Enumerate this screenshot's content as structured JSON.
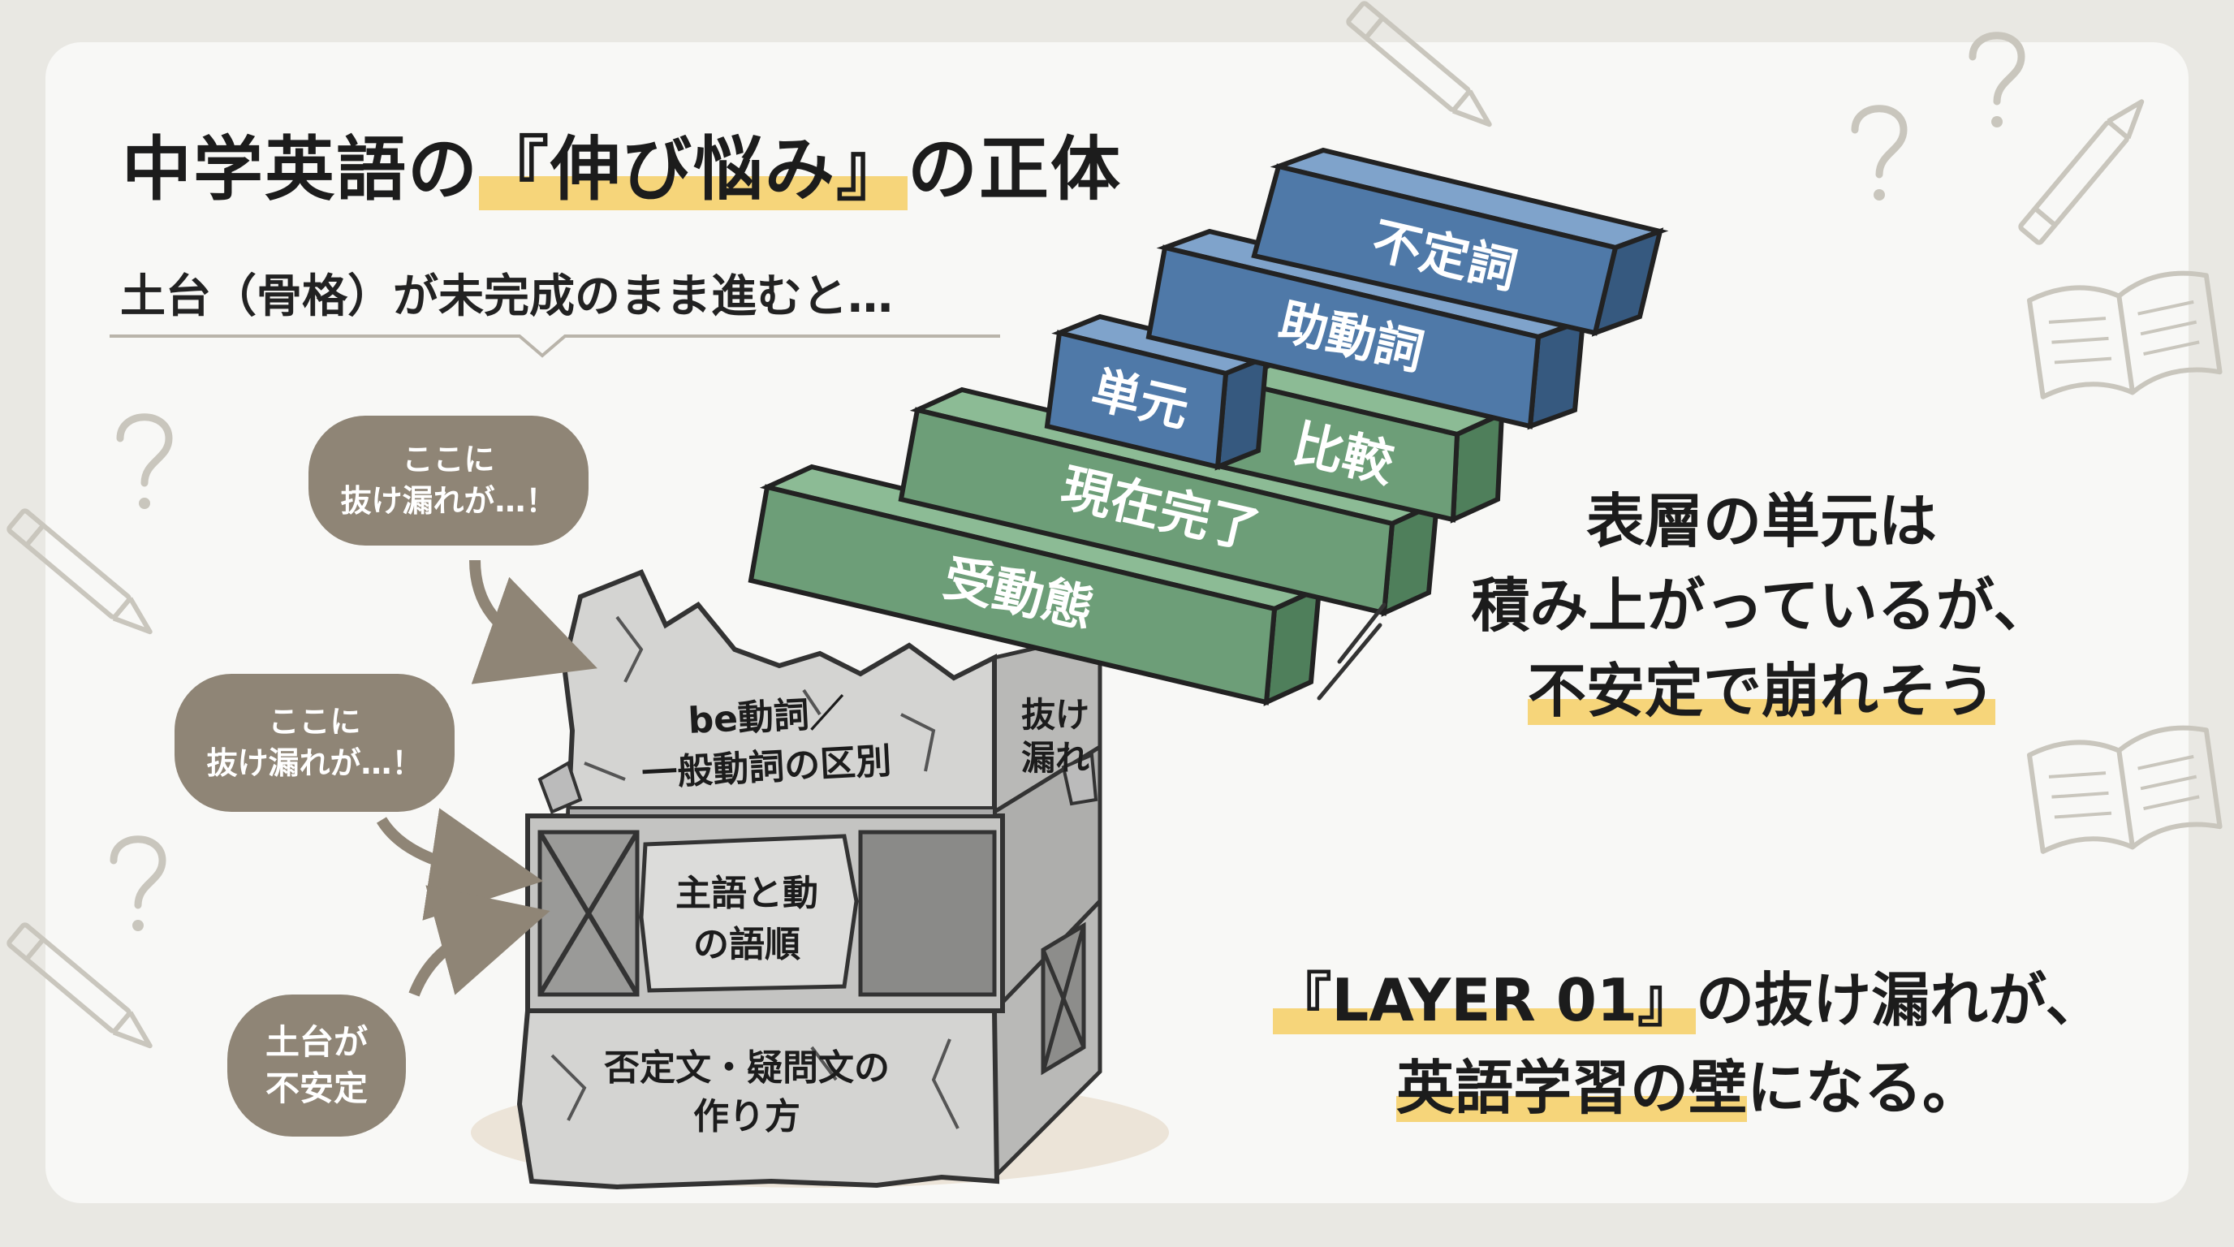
{
  "title": {
    "pre": "中学英語の",
    "highlight": "『伸び悩み』",
    "post": "の正体"
  },
  "subtitle": "土台（骨格）が未完成のまま進むと…",
  "bubbles": {
    "top": {
      "line1": "ここに",
      "line2": "抜け漏れが…！"
    },
    "middle": {
      "line1": "ここに",
      "line2": "抜け漏れが…！"
    },
    "bottom": {
      "line1": "土台が",
      "line2": "不安定"
    }
  },
  "foundation": {
    "top_line1": "be動詞／",
    "top_line2": "一般動詞の区別",
    "side": "抜け\n漏れ",
    "side_line1": "抜け",
    "side_line2": "漏れ",
    "middle_line1": "主語と動",
    "middle_line2": "の語順",
    "bottom_line1": "否定文・疑問文の",
    "bottom_line2": "作り方"
  },
  "stairs": {
    "green": [
      "受動態",
      "現在完了",
      "比較"
    ],
    "blue": [
      "単元",
      "助動詞",
      "不定詞"
    ]
  },
  "message1": {
    "line1": "表層の単元は",
    "line2": "積み上がっているが、",
    "line3": "不安定で崩れそう"
  },
  "message2": {
    "line1_hl": "『LAYER 01』",
    "line1_rest": "の抜け漏れが、",
    "line2_hl": "英語学習の壁",
    "line2_rest": "になる。"
  },
  "colors": {
    "green_block": "#6d9e78",
    "blue_block": "#4f79a8",
    "bubble": "#8f8576",
    "highlight": "#f6d57a",
    "stone": "#d2d2d0"
  },
  "icons": [
    "question-mark-icon",
    "pencil-icon",
    "open-book-icon",
    "arrow-icon"
  ]
}
